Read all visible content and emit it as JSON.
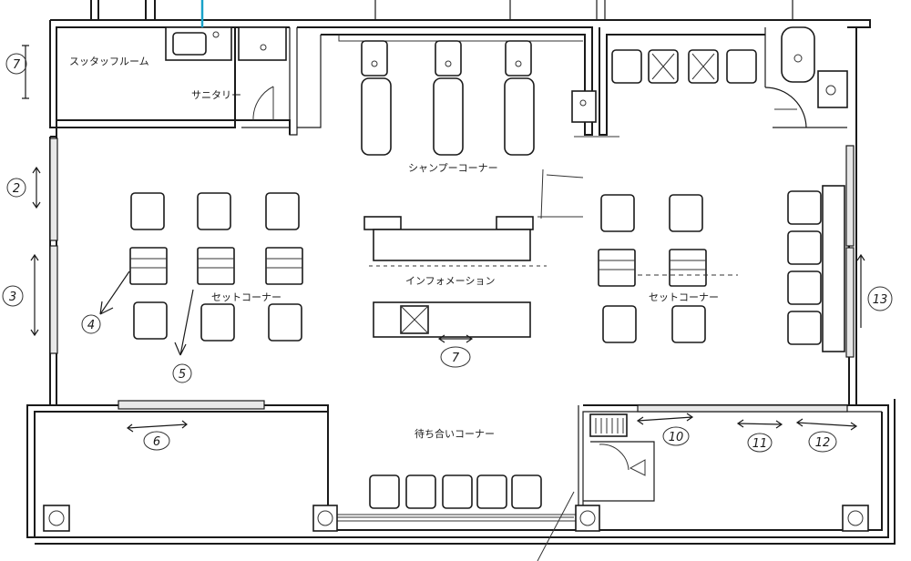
{
  "labels": {
    "staff_room": "スッタッフルーム",
    "sanitary": "サニタリー",
    "shampoo_corner": "シャンプーコーナー",
    "information": "インフォメーション",
    "set_corner_left": "セットコーナー",
    "set_corner_right": "セットコーナー",
    "waiting_corner": "待ち合いコーナー"
  },
  "markers": [
    "7",
    "2",
    "3",
    "4",
    "5",
    "6",
    "7",
    "10",
    "11",
    "12",
    "13"
  ],
  "colors": {
    "accent_pipe": "#19a2c8",
    "line": "#1a1a1a"
  }
}
